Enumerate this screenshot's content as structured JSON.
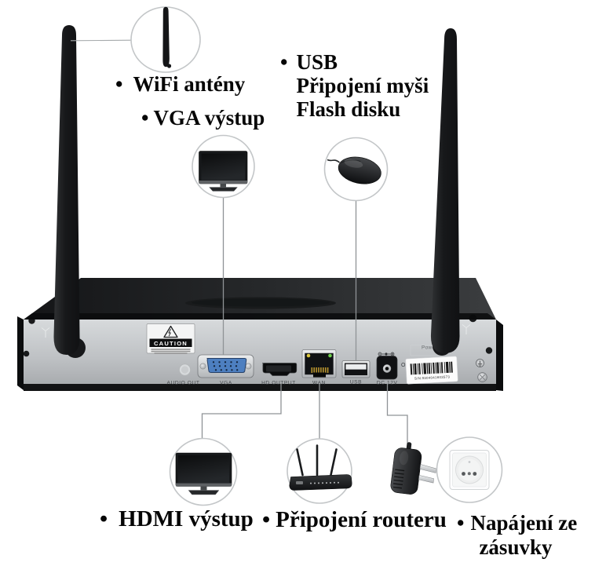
{
  "bullet": "•",
  "callouts": {
    "wifi": "WiFi antény",
    "vga": "VGA výstup",
    "usb": [
      "USB",
      "Připojení myši",
      "Flash disku"
    ],
    "hdmi": "HDMI výstup",
    "router": "Připojení routeru",
    "power": [
      "Napájení ze",
      "zásuvky"
    ]
  },
  "device": {
    "caution_label": "CAUTION",
    "power_label": "Power",
    "indicator_label": "O",
    "serial_label": "S/N:9304041603573",
    "ports": [
      {
        "id": "audio-out",
        "label": "AUDIO OUT"
      },
      {
        "id": "vga",
        "label": "VGA"
      },
      {
        "id": "hd-output",
        "label": "HD OUTPUT"
      },
      {
        "id": "wan",
        "label": "WAN"
      },
      {
        "id": "usb",
        "label": "USB"
      },
      {
        "id": "dc-12v",
        "label": "DC 12V"
      }
    ]
  },
  "icons": {
    "antenna_zoom": "antenna-zoom-icon",
    "vga_monitor": "monitor-icon",
    "usb_mouse": "mouse-icon",
    "hdmi_monitor": "monitor-icon",
    "router": "wifi-router-icon",
    "power_adapter": "power-adapter-icon",
    "wall_socket": "wall-socket-icon",
    "warning": "warning-triangle-icon",
    "ground": "ground-symbol-icon",
    "antenna_mark": "antenna-symbol-icon"
  },
  "colors": {
    "callout_line": "#8f9396",
    "circle_stroke": "#c3c6c8",
    "panel": "#c3c6c9",
    "body_dark": "#1d1f21",
    "vga_blue": "#4d7fc0",
    "led_yellow": "#ddc83f",
    "led_green": "#6fd14e"
  }
}
